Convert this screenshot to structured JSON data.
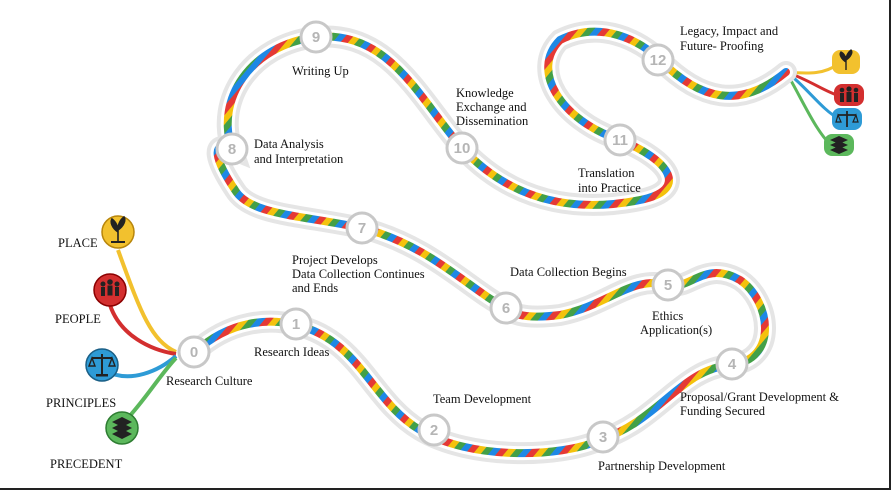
{
  "stages": [
    {
      "num": "0",
      "label": [
        "Research Culture"
      ]
    },
    {
      "num": "1",
      "label": [
        "Research Ideas"
      ]
    },
    {
      "num": "2",
      "label": [
        "Team Development"
      ]
    },
    {
      "num": "3",
      "label": [
        "Partnership Development"
      ]
    },
    {
      "num": "4",
      "label": [
        "Proposal/Grant Development &",
        "Funding Secured"
      ]
    },
    {
      "num": "5",
      "label": [
        "Ethics",
        "Application(s)"
      ]
    },
    {
      "num": "6",
      "label": [
        "Data Collection Begins"
      ]
    },
    {
      "num": "7",
      "label": [
        "Project Develops",
        "Data Collection Continues",
        "and Ends"
      ]
    },
    {
      "num": "8",
      "label": [
        "Data Analysis",
        "and Interpretation"
      ]
    },
    {
      "num": "9",
      "label": [
        "Writing Up"
      ]
    },
    {
      "num": "10",
      "label": [
        "Knowledge",
        "Exchange and",
        "Dissemination"
      ]
    },
    {
      "num": "11",
      "label": [
        "Translation",
        "into Practice"
      ]
    },
    {
      "num": "12",
      "label": [
        "Legacy, Impact and",
        "Future- Proofing"
      ]
    }
  ],
  "pillars": [
    {
      "label": "PLACE",
      "icon": "sapling-icon",
      "color": "#f2c12e"
    },
    {
      "label": "PEOPLE",
      "icon": "people-group-icon",
      "color": "#d32f2f"
    },
    {
      "label": "PRINCIPLES",
      "icon": "scales-icon",
      "color": "#2e9bd6"
    },
    {
      "label": "PRECEDENT",
      "icon": "book-stack-icon",
      "color": "#5cb85c"
    }
  ],
  "rope_colors": [
    "#e53935",
    "#f4c20d",
    "#43a047",
    "#1e88e5"
  ]
}
